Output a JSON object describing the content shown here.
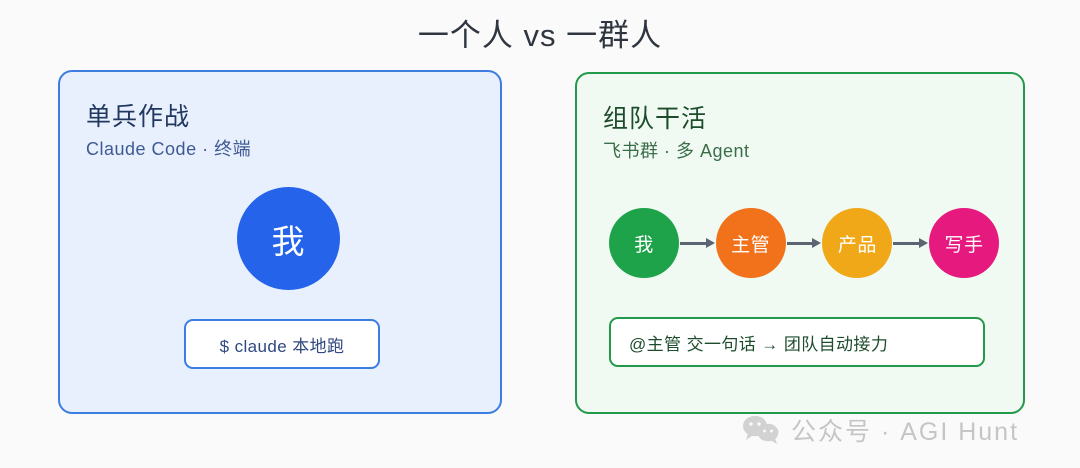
{
  "page": {
    "title": "一个人 vs 一群人",
    "background_color": "#fafafa"
  },
  "solo_panel": {
    "title": "单兵作战",
    "subtitle": "Claude Code ·  终端",
    "avatar_label": "我",
    "avatar_color": "#2563eb",
    "command": "$ claude 本地跑",
    "border_color": "#3b7de0",
    "fill_color": "#e8f0fe"
  },
  "team_panel": {
    "title": "组队干活",
    "subtitle": "飞书群 ·  多 Agent",
    "border_color": "#22994b",
    "fill_color": "#f0faf2",
    "chain": [
      {
        "label": "我",
        "color": "#1fa34a"
      },
      {
        "label": "主管",
        "color": "#f2721c"
      },
      {
        "label": "产品",
        "color": "#f0a818"
      },
      {
        "label": "写手",
        "color": "#e6197f"
      }
    ],
    "arrow_color": "#5a6472",
    "message": "@主管 交一句话 → 团队自动接力"
  },
  "watermark": {
    "icon": "wechat-icon",
    "text": "公众号 · AGI Hunt"
  }
}
